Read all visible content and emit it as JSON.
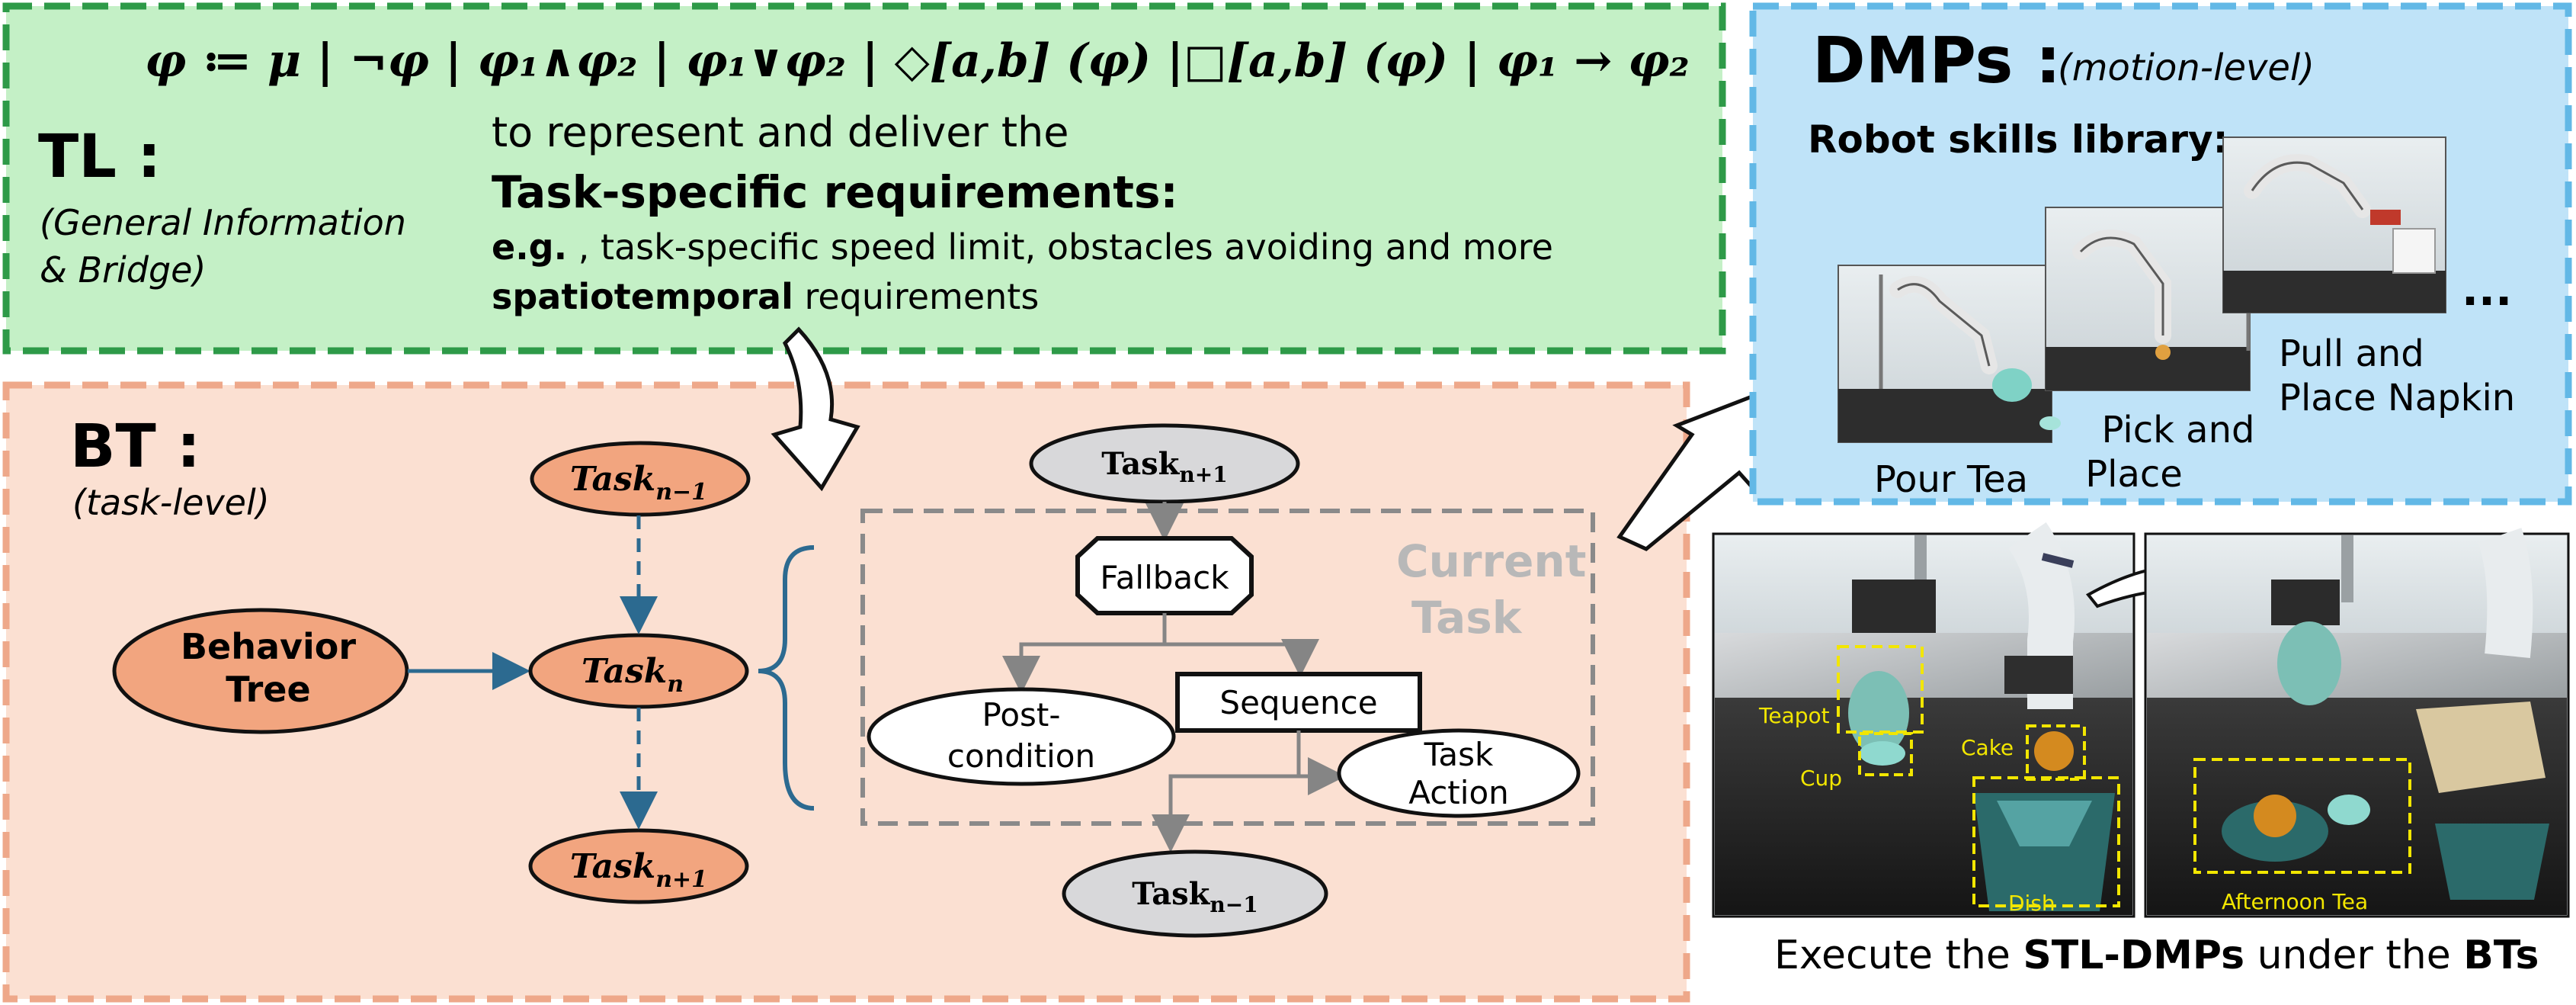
{
  "tl": {
    "formula": "φ ≔ μ | ¬φ | φ₁∧φ₂ | φ₁∨φ₂ | ◇[a,b] (φ) |□[a,b] (φ) | φ₁ → φ₂",
    "title": "TL :",
    "subtitle_line1": "(General Information",
    "subtitle_line2": "& Bridge)",
    "desc_line1": "to represent and deliver the",
    "desc_line2": "Task-specific requirements:",
    "desc_line3_bold": "e.g.",
    "desc_line3_rest": " , task-specific speed limit, obstacles avoiding and more",
    "desc_line4_bold": "spatiotemporal",
    "desc_line4_rest": " requirements",
    "colors": {
      "fill": "#c4f0c6",
      "border": "#2e9a48"
    }
  },
  "bt": {
    "title": "BT :",
    "subtitle": "(task-level)",
    "behavior_tree_line1": "Behavior",
    "behavior_tree_line2": "Tree",
    "task_prev": "Task",
    "task_prev_sub": "n−1",
    "task_cur": "Task",
    "task_cur_sub": "n",
    "task_next": "Task",
    "task_next_sub": "n+1",
    "colors": {
      "fill": "#fbe0d2",
      "border": "#eea88a",
      "node": "#f2a57f"
    }
  },
  "current_task": {
    "label_line1": "Current",
    "label_line2": "Task",
    "top_node": "Task",
    "top_node_sub": "n+1",
    "fallback": "Fallback",
    "postcondition_line1": "Post-",
    "postcondition_line2": "condition",
    "sequence": "Sequence",
    "task_action_line1": "Task",
    "task_action_line2": "Action",
    "bottom_node": "Task",
    "bottom_node_sub": "n−1"
  },
  "dmps": {
    "title": "DMPs :",
    "subtitle": "(motion-level)",
    "library_label": "Robot skills library:",
    "skills": [
      {
        "label_line1": "Pour Tea",
        "label_line2": ""
      },
      {
        "label_line1": "Pick and",
        "label_line2": "Place"
      },
      {
        "label_line1": "Pull and",
        "label_line2": "Place Napkin"
      }
    ],
    "ellipsis": "...",
    "colors": {
      "fill": "#bfe3f8",
      "border": "#62b8e6"
    }
  },
  "photos": {
    "left_labels": [
      "Teapot",
      "Cup",
      "Cake",
      "Dish"
    ],
    "right_labels": [
      "Afternoon Tea"
    ],
    "label_color": "#f2e600"
  },
  "caption": {
    "prefix": "Execute the ",
    "bold1": "STL-DMPs",
    "middle": " under the ",
    "bold2": "BTs"
  }
}
